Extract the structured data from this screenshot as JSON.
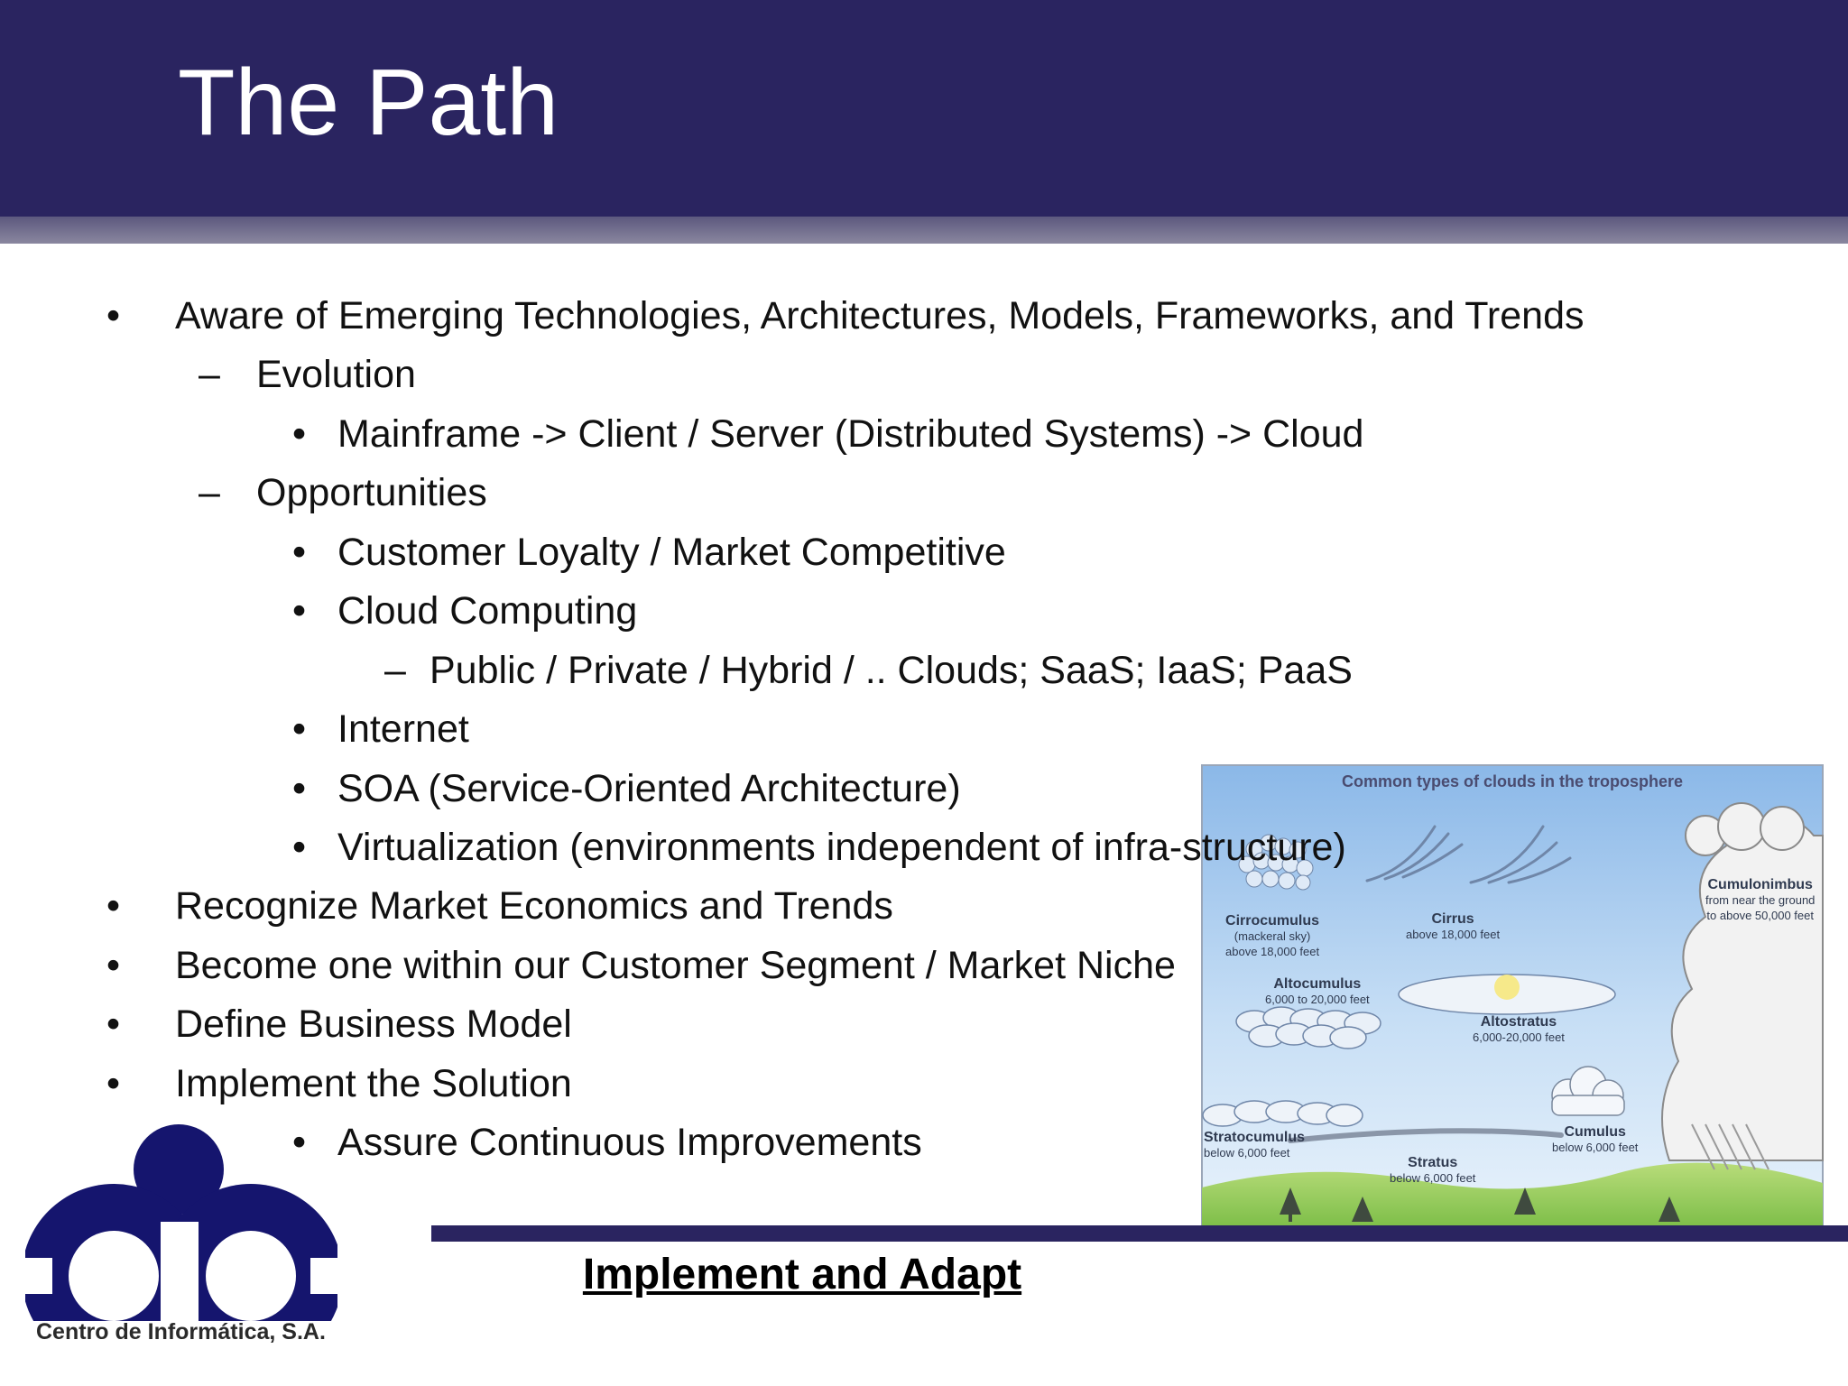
{
  "slide": {
    "title": "The Path",
    "footer": "Implement and Adapt"
  },
  "bullets": [
    {
      "level": 1,
      "marker": "•",
      "text": "Aware of Emerging Technologies, Architectures, Models, Frameworks, and Trends"
    },
    {
      "level": 2,
      "marker": "–",
      "text": "Evolution"
    },
    {
      "level": 3,
      "marker": "•",
      "text": "Mainframe -> Client / Server (Distributed Systems) -> Cloud"
    },
    {
      "level": 2,
      "marker": "–",
      "text": "Opportunities"
    },
    {
      "level": 3,
      "marker": "•",
      "text": "Customer Loyalty / Market Competitive"
    },
    {
      "level": 3,
      "marker": "•",
      "text": "Cloud Computing"
    },
    {
      "level": 4,
      "marker": "–",
      "text": "Public / Private / Hybrid / .. Clouds; SaaS; IaaS; PaaS"
    },
    {
      "level": 3,
      "marker": "•",
      "text": "Internet"
    },
    {
      "level": 3,
      "marker": "•",
      "text": "SOA (Service-Oriented Architecture)"
    },
    {
      "level": 3,
      "marker": "•",
      "text": "Virtualization (environments independent of infra-structure)"
    },
    {
      "level": 1,
      "marker": "•",
      "text": "Recognize Market Economics and Trends"
    },
    {
      "level": 1,
      "marker": "•",
      "text": "Become one within our Customer Segment / Market Niche"
    },
    {
      "level": 1,
      "marker": "•",
      "text": "Define Business Model"
    },
    {
      "level": 1,
      "marker": "•",
      "text": "Implement the Solution"
    },
    {
      "level": 3,
      "marker": "•",
      "text": "Assure Continuous Improvements"
    }
  ],
  "logo": {
    "caption": "Centro de Informática, S.A."
  },
  "cloud_diagram": {
    "title": "Common types of clouds in the troposphere",
    "clouds": [
      {
        "name": "Cirrocumulus",
        "detail": "(mackeral sky)",
        "height": "above 18,000 feet"
      },
      {
        "name": "Cirrus",
        "detail": "",
        "height": "above 18,000 feet"
      },
      {
        "name": "Cumulonimbus",
        "detail": "from near the ground",
        "height": "to above 50,000 feet"
      },
      {
        "name": "Altocumulus",
        "detail": "",
        "height": "6,000 to 20,000 feet"
      },
      {
        "name": "Altostratus",
        "detail": "",
        "height": "6,000-20,000 feet"
      },
      {
        "name": "Stratocumulus",
        "detail": "",
        "height": "below 6,000 feet"
      },
      {
        "name": "Cumulus",
        "detail": "",
        "height": "below 6,000 feet"
      },
      {
        "name": "Stratus",
        "detail": "",
        "height": "below 6,000 feet"
      }
    ]
  },
  "colors": {
    "header": "#2a2460",
    "accent_bar": "#2a2460",
    "logo_blue": "#15156e"
  }
}
